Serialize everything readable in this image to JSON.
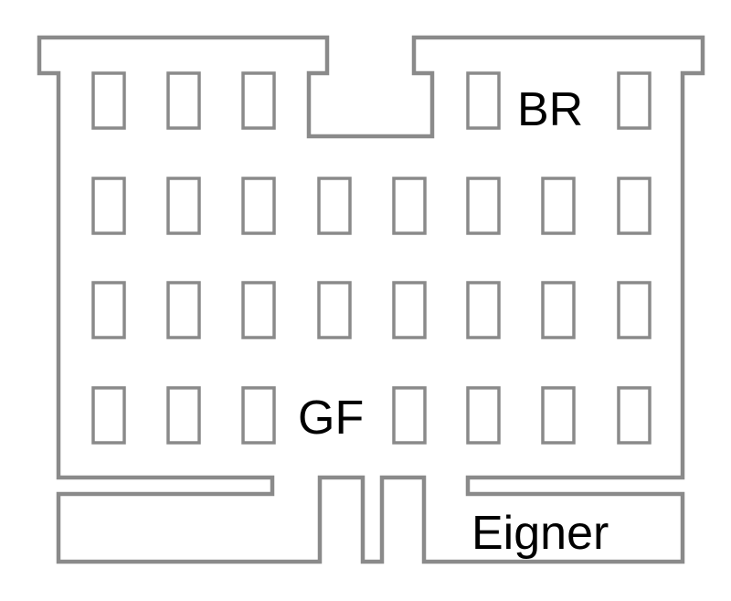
{
  "labels": {
    "br": "BR",
    "gf": "GF",
    "eigner": "Eigner"
  },
  "colors": {
    "stroke": "#8a8a8a",
    "text": "#000000",
    "background": "#ffffff"
  },
  "windows": {
    "rows": [
      [
        "window",
        "window",
        "window",
        "gap",
        "gap",
        "window",
        "label",
        "window"
      ],
      [
        "window",
        "window",
        "window",
        "window",
        "window",
        "window",
        "window",
        "window"
      ],
      [
        "window",
        "window",
        "window",
        "window",
        "window",
        "window",
        "window",
        "window"
      ],
      [
        "window",
        "window",
        "window",
        "label",
        "window",
        "window",
        "window",
        "window"
      ]
    ]
  }
}
